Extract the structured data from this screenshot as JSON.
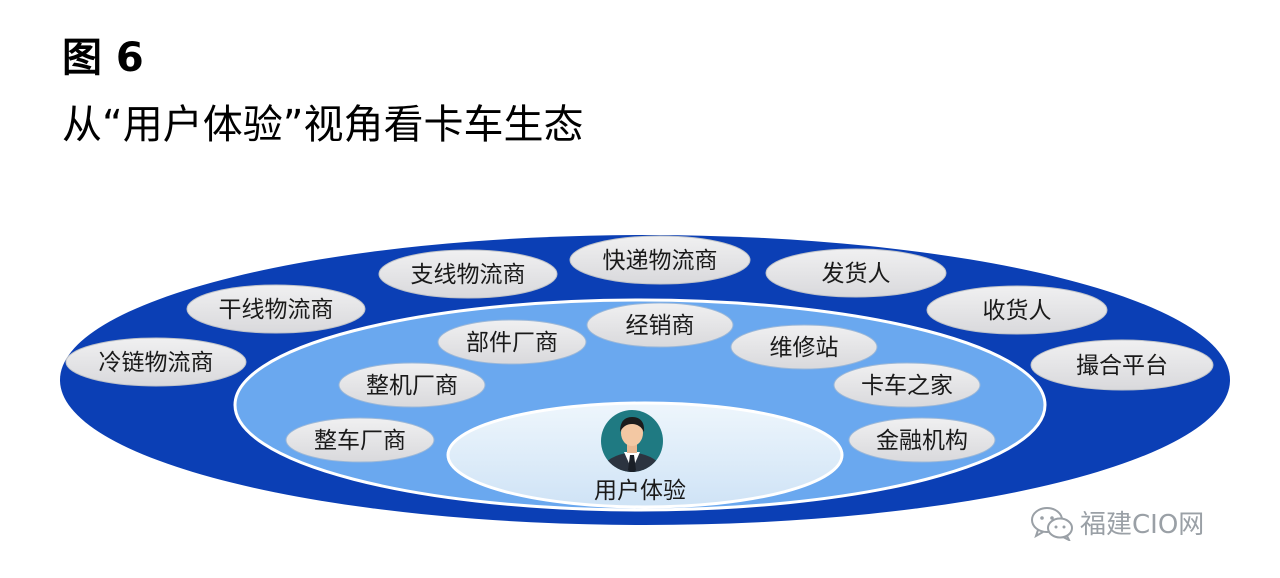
{
  "header": {
    "figure_label": "图 6",
    "title": "从“用户体验”视角看卡车生态"
  },
  "diagram": {
    "center_label": "用户体验",
    "outer_ring": [
      "冷链物流商",
      "干线物流商",
      "支线物流商",
      "快递物流商",
      "发货人",
      "收货人",
      "撮合平台"
    ],
    "middle_ring": [
      "整车厂商",
      "整机厂商",
      "部件厂商",
      "经销商",
      "维修站",
      "卡车之家",
      "金融机构"
    ],
    "colors": {
      "outer_ring": "#0b3fb5",
      "middle_ring": "#6aa8ef",
      "inner_core": "#dcebf8",
      "pill": "#e4e4e6"
    }
  },
  "watermark": {
    "text": "福建CIO网",
    "icon": "wechat-icon"
  }
}
